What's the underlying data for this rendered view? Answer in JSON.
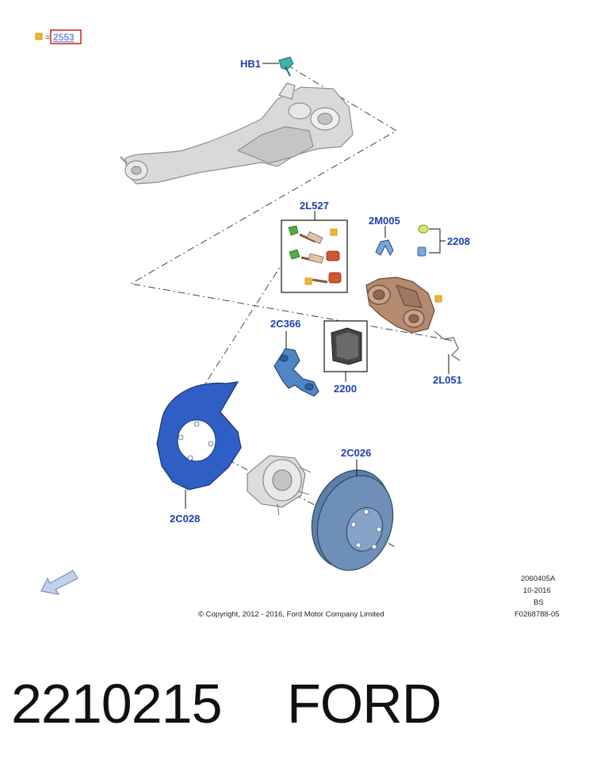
{
  "header": {
    "ref_link": "2553",
    "equals": "="
  },
  "callouts": {
    "hb1": "HB1",
    "p2l527": "2L527",
    "p2m005": "2M005",
    "p2208": "2208",
    "p2c366": "2C366",
    "p2200": "2200",
    "p2l051": "2L051",
    "p2c026": "2C026",
    "p2c028": "2C028"
  },
  "meta": {
    "code1": "2060405A",
    "date": "10-2016",
    "region": "BS",
    "figure": "F0268788-05",
    "copyright": "© Copyright, 2012 - 2016, Ford Motor Company Limited"
  },
  "caption": {
    "part_number": "2210215",
    "brand": "FORD"
  },
  "colors": {
    "callout_blue": "#1d3fb0",
    "marker_yellow": "#f4b52a",
    "ref_box_red": "#cc1f1f",
    "shield_blue": "#2f5fc4",
    "rotor_blue": "#6d8fb8",
    "caliper_brown": "#b48a70",
    "arm_gray": "#d8d8d8"
  }
}
